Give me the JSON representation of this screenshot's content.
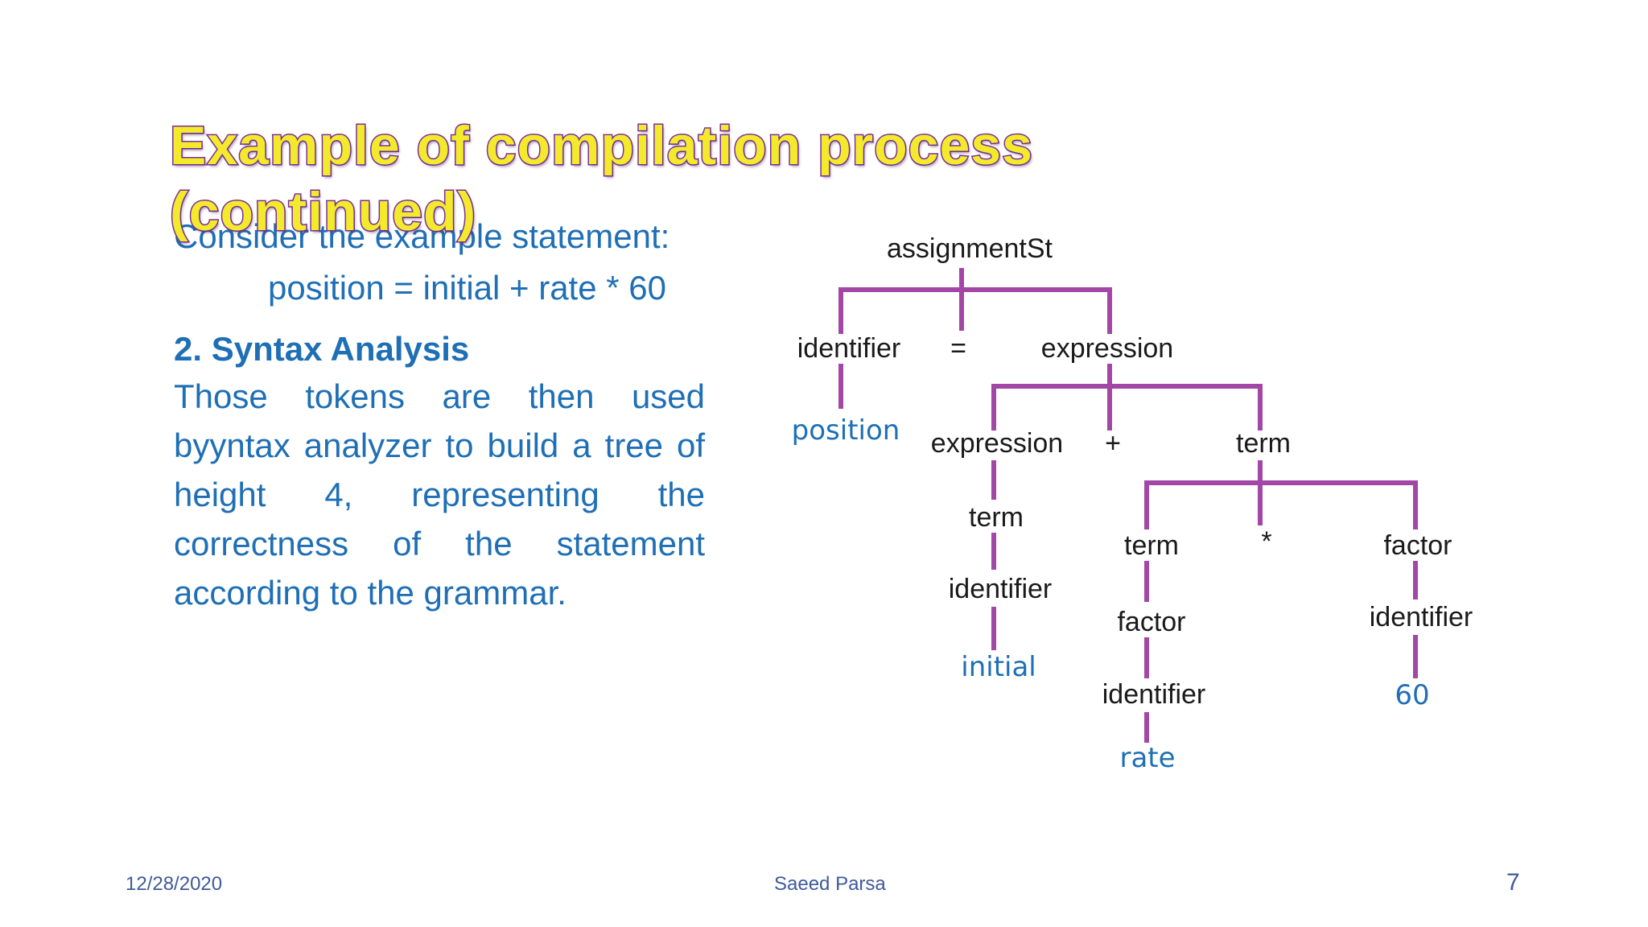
{
  "slide": {
    "title_line1": "Example of compilation process",
    "title_line2": "(continued)",
    "statement_label": "Consider the example statement:",
    "statement_code": "position = initial + rate * 60",
    "section_heading": "2. Syntax Analysis",
    "body_lines": [
      [
        "Those",
        "tokens",
        "are",
        "then",
        "used"
      ],
      [
        "byyntax",
        "analyzer",
        "to",
        "build",
        "a",
        "tree",
        "of"
      ],
      [
        "height",
        "4,",
        "representing",
        "the"
      ],
      [
        "correctness",
        "of",
        "the",
        "statement"
      ]
    ],
    "body_last_line": "according to the grammar."
  },
  "parse_tree": {
    "nodes": {
      "assignment": "assignmentSt",
      "identifier_left": "identifier",
      "equals": "=",
      "expression_top": "expression",
      "position": "position",
      "expression_inner": "expression",
      "plus": "+",
      "term_right": "term",
      "term_left": "term",
      "term_mid": "term",
      "star": "*",
      "factor_right": "factor",
      "identifier_initial": "identifier",
      "factor_mid": "factor",
      "identifier_60": "identifier",
      "initial": "initial",
      "identifier_rate": "identifier",
      "sixty": "60",
      "rate": "rate"
    },
    "edge_color": "#a347a6",
    "leaf_color": "#1e6fb5"
  },
  "footer": {
    "date": "12/28/2020",
    "author": "Saeed Parsa",
    "page": "7"
  }
}
